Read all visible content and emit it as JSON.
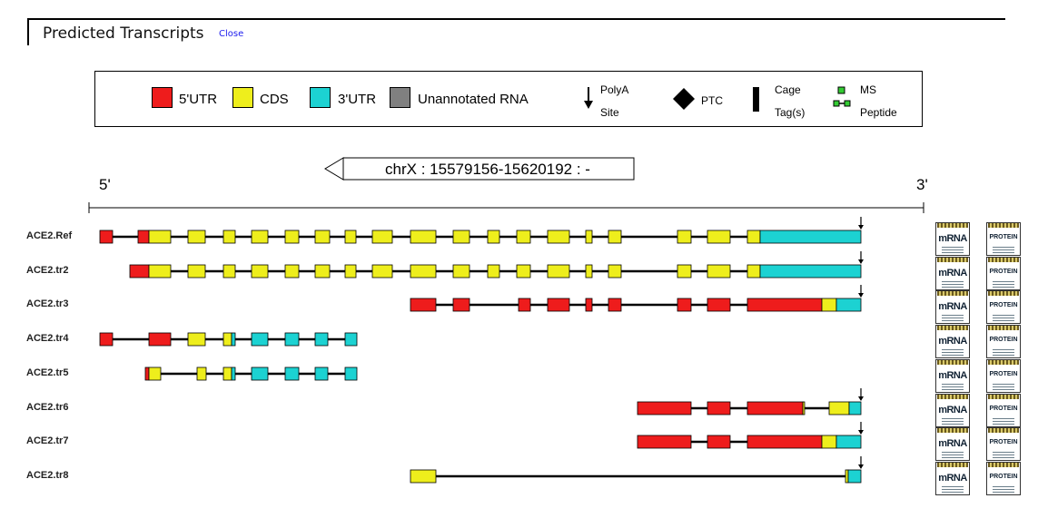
{
  "panel": {
    "title": "Predicted Transcripts",
    "close_label": "Close"
  },
  "legend": {
    "utr5": {
      "label": "5'UTR",
      "color": "#ee1c1c"
    },
    "cds": {
      "label": "CDS",
      "color": "#eeee1c"
    },
    "utr3": {
      "label": "3'UTR",
      "color": "#1cd2d2"
    },
    "unannotated": {
      "label": "Unannotated RNA",
      "color": "#808080"
    },
    "polya": {
      "line1": "PolyA",
      "line2": "Site"
    },
    "ptc": {
      "label": "PTC"
    },
    "cage": {
      "line1": "Cage",
      "line2": "Tag(s)"
    },
    "ms": {
      "line1": "MS",
      "line2": "Peptide",
      "color": "#33cc33"
    }
  },
  "locus": {
    "label": "chrX : 15579156-15620192 : -",
    "strand": "-"
  },
  "axis": {
    "left_label": "5'",
    "right_label": "3'"
  },
  "icons": {
    "mrna": "mRNA",
    "protein": "PROTEIN"
  },
  "transcripts": [
    {
      "name": "ACE2.Ref",
      "line": [
        110,
        948
      ],
      "polya": true,
      "exons": [
        [
          110,
          124,
          "utr5"
        ],
        [
          152,
          164,
          "utr5"
        ],
        [
          164,
          188,
          "cds"
        ],
        [
          207,
          226,
          "cds"
        ],
        [
          246,
          259,
          "cds"
        ],
        [
          277,
          295,
          "cds"
        ],
        [
          314,
          329,
          "cds"
        ],
        [
          347,
          363,
          "cds"
        ],
        [
          380,
          392,
          "cds"
        ],
        [
          410,
          432,
          "cds"
        ],
        [
          452,
          480,
          "cds"
        ],
        [
          499,
          517,
          "cds"
        ],
        [
          537,
          550,
          "cds"
        ],
        [
          569,
          584,
          "cds"
        ],
        [
          603,
          627,
          "cds"
        ],
        [
          645,
          652,
          "cds"
        ],
        [
          670,
          684,
          "cds"
        ],
        [
          746,
          761,
          "cds"
        ],
        [
          779,
          804,
          "cds"
        ],
        [
          823,
          837,
          "cds"
        ],
        [
          837,
          948,
          "utr3"
        ]
      ]
    },
    {
      "name": "ACE2.tr2",
      "line": [
        143,
        948
      ],
      "polya": true,
      "exons": [
        [
          143,
          164,
          "utr5"
        ],
        [
          164,
          188,
          "cds"
        ],
        [
          207,
          226,
          "cds"
        ],
        [
          246,
          259,
          "cds"
        ],
        [
          277,
          295,
          "cds"
        ],
        [
          314,
          329,
          "cds"
        ],
        [
          347,
          363,
          "cds"
        ],
        [
          380,
          392,
          "cds"
        ],
        [
          410,
          432,
          "cds"
        ],
        [
          452,
          480,
          "cds"
        ],
        [
          499,
          517,
          "cds"
        ],
        [
          537,
          550,
          "cds"
        ],
        [
          569,
          584,
          "cds"
        ],
        [
          603,
          627,
          "cds"
        ],
        [
          645,
          652,
          "cds"
        ],
        [
          670,
          684,
          "cds"
        ],
        [
          746,
          761,
          "cds"
        ],
        [
          779,
          804,
          "cds"
        ],
        [
          823,
          837,
          "cds"
        ],
        [
          837,
          948,
          "utr3"
        ]
      ]
    },
    {
      "name": "ACE2.tr3",
      "line": [
        452,
        948
      ],
      "polya": true,
      "exons": [
        [
          452,
          480,
          "utr5"
        ],
        [
          499,
          517,
          "utr5"
        ],
        [
          571,
          584,
          "utr5"
        ],
        [
          603,
          627,
          "utr5"
        ],
        [
          645,
          652,
          "utr5"
        ],
        [
          670,
          684,
          "utr5"
        ],
        [
          746,
          761,
          "utr5"
        ],
        [
          779,
          804,
          "utr5"
        ],
        [
          823,
          905,
          "utr5"
        ],
        [
          905,
          921,
          "cds"
        ],
        [
          921,
          948,
          "utr3"
        ]
      ]
    },
    {
      "name": "ACE2.tr4",
      "line": [
        110,
        393
      ],
      "polya": false,
      "exons": [
        [
          110,
          124,
          "utr5"
        ],
        [
          164,
          188,
          "utr5"
        ],
        [
          207,
          226,
          "cds"
        ],
        [
          246,
          255,
          "cds"
        ],
        [
          255,
          259,
          "utr3"
        ],
        [
          277,
          295,
          "utr3"
        ],
        [
          314,
          329,
          "utr3"
        ],
        [
          347,
          361,
          "utr3"
        ],
        [
          380,
          393,
          "utr3"
        ]
      ]
    },
    {
      "name": "ACE2.tr5",
      "line": [
        160,
        393
      ],
      "polya": false,
      "exons": [
        [
          160,
          164,
          "utr5"
        ],
        [
          164,
          177,
          "cds"
        ],
        [
          217,
          227,
          "cds"
        ],
        [
          246,
          255,
          "cds"
        ],
        [
          255,
          259,
          "utr3"
        ],
        [
          277,
          295,
          "utr3"
        ],
        [
          314,
          329,
          "utr3"
        ],
        [
          347,
          361,
          "utr3"
        ],
        [
          380,
          393,
          "utr3"
        ]
      ]
    },
    {
      "name": "ACE2.tr6",
      "line": [
        702,
        948
      ],
      "polya": true,
      "exons": [
        [
          702,
          761,
          "utr5"
        ],
        [
          779,
          804,
          "utr5"
        ],
        [
          823,
          884,
          "utr5"
        ],
        [
          884,
          886,
          "cds"
        ],
        [
          913,
          935,
          "cds"
        ],
        [
          935,
          948,
          "utr3"
        ]
      ]
    },
    {
      "name": "ACE2.tr7",
      "line": [
        702,
        948
      ],
      "polya": true,
      "exons": [
        [
          702,
          761,
          "utr5"
        ],
        [
          779,
          804,
          "utr5"
        ],
        [
          823,
          905,
          "utr5"
        ],
        [
          905,
          921,
          "cds"
        ],
        [
          921,
          948,
          "utr3"
        ]
      ]
    },
    {
      "name": "ACE2.tr8",
      "line": [
        452,
        948
      ],
      "polya": true,
      "exons": [
        [
          452,
          480,
          "cds"
        ],
        [
          931,
          934,
          "cds"
        ],
        [
          934,
          948,
          "utr3"
        ]
      ]
    }
  ]
}
